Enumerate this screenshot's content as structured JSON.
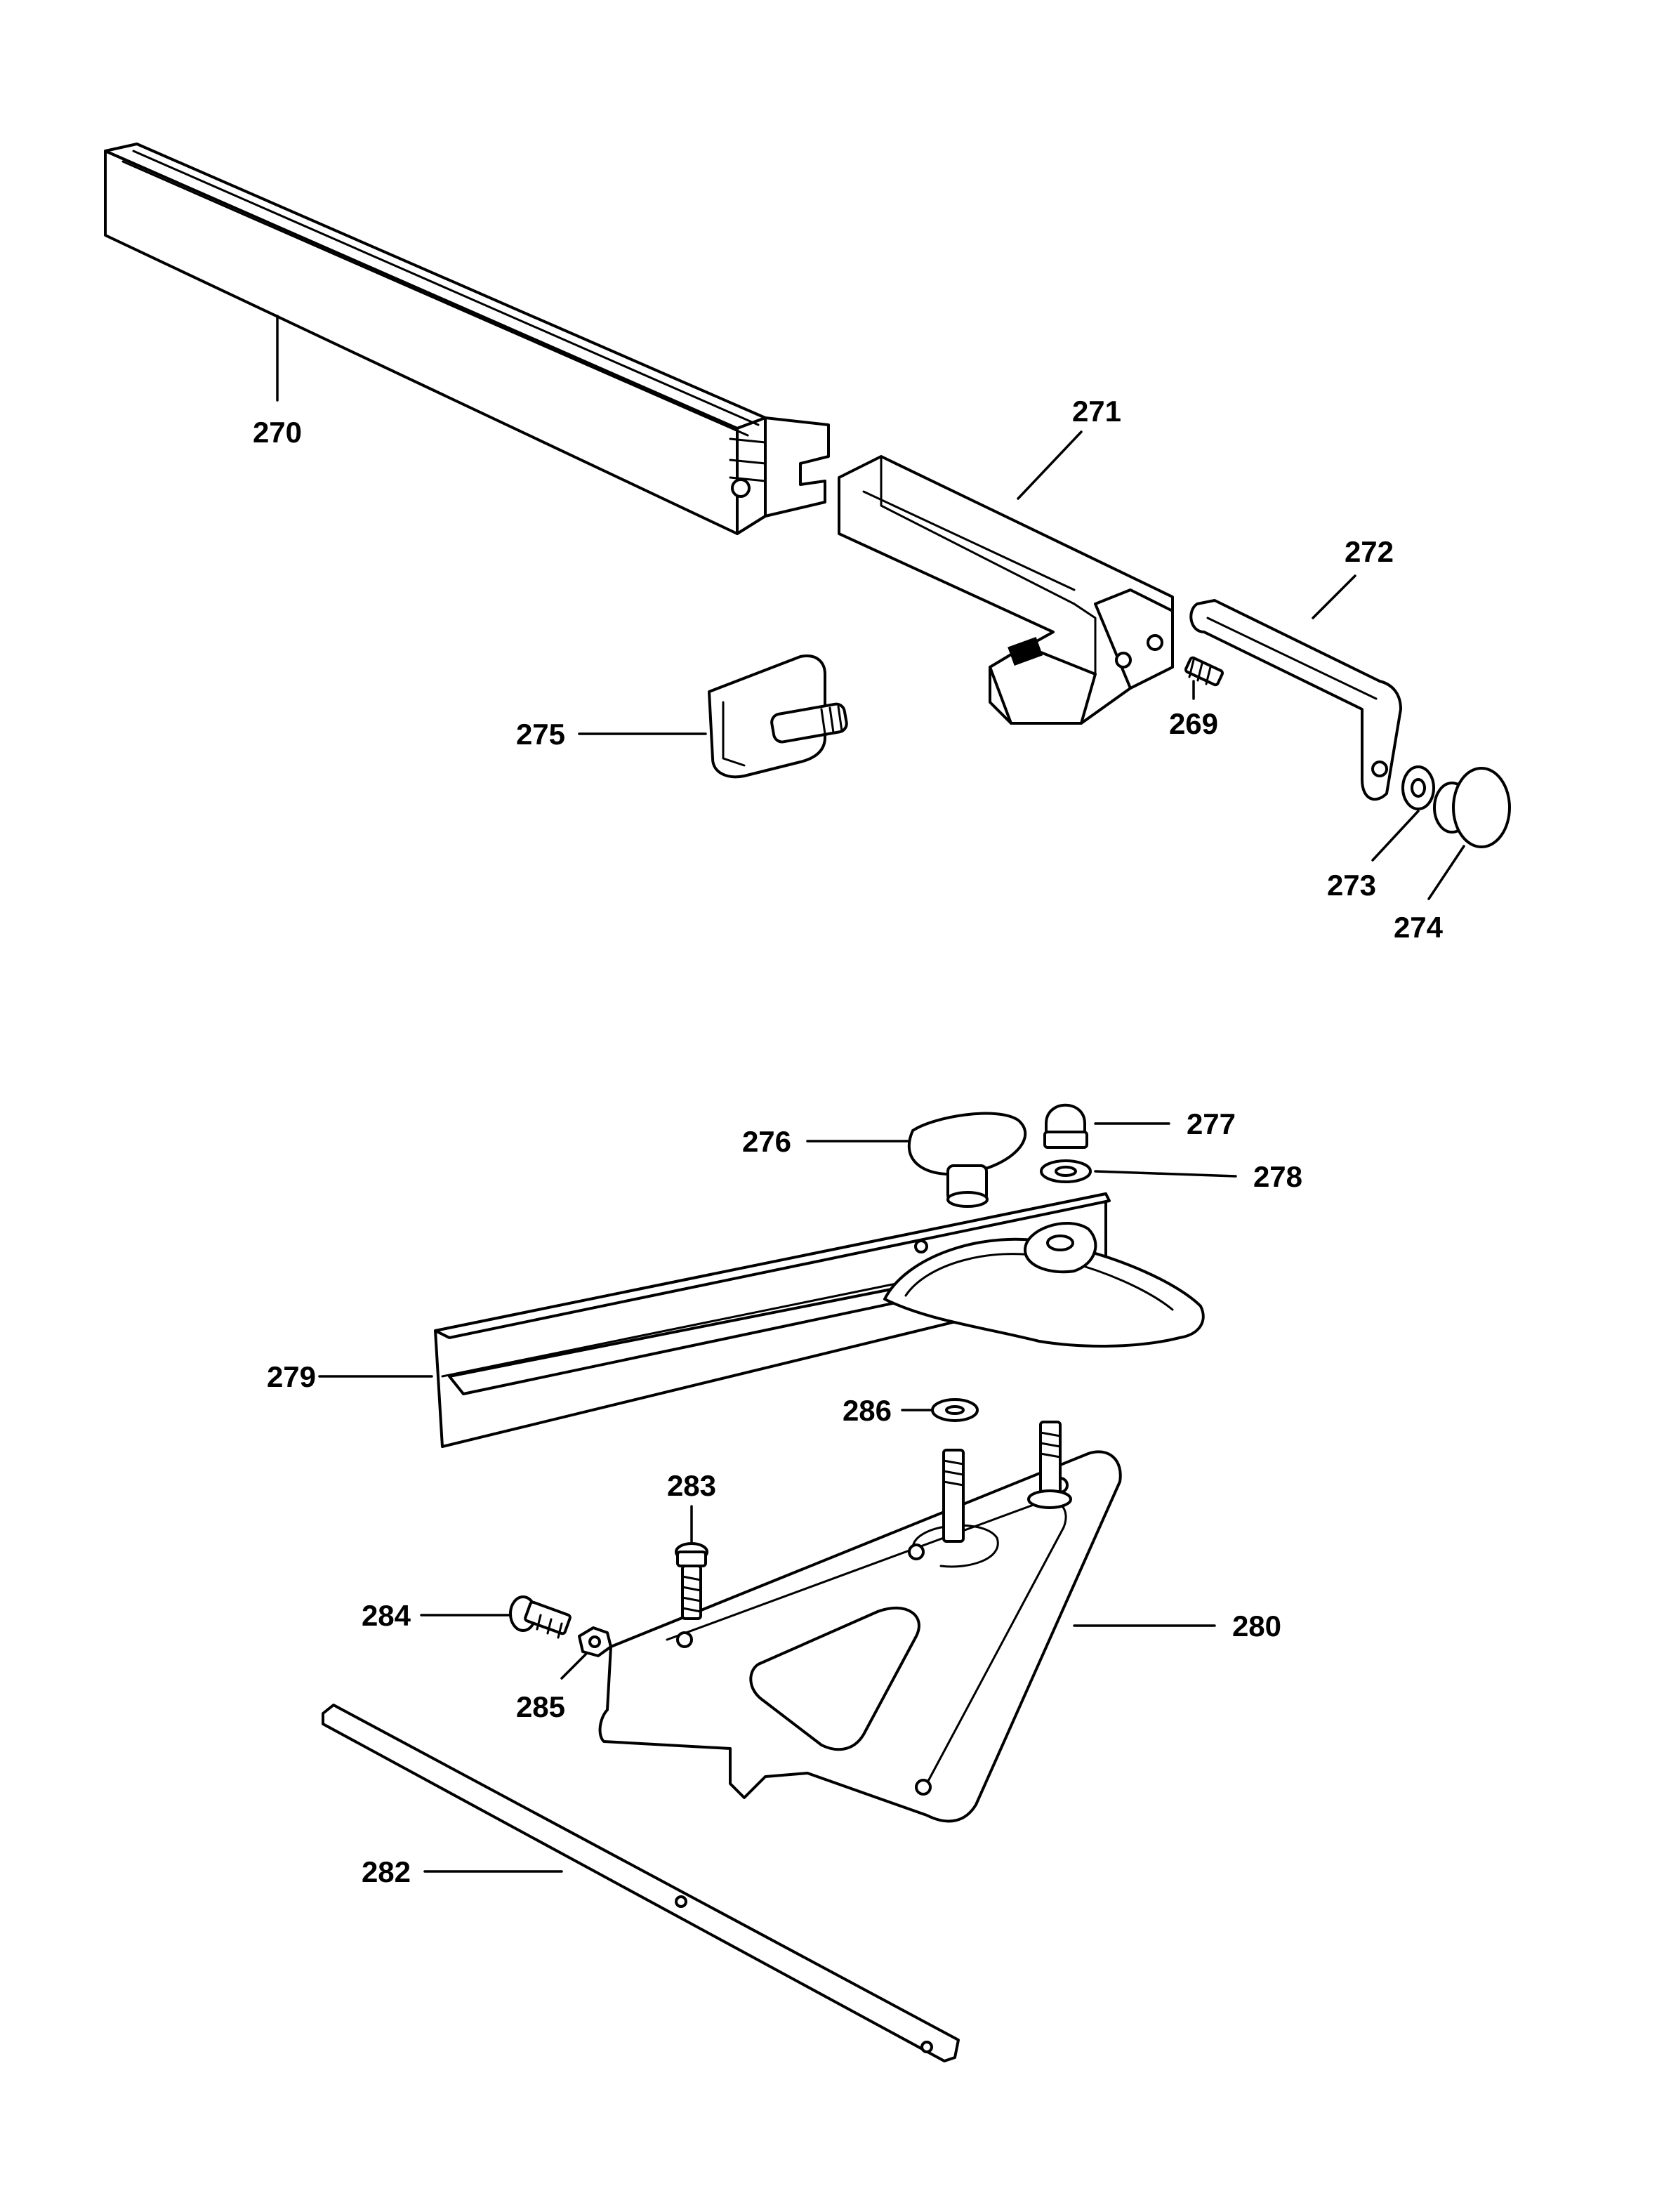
{
  "callouts": {
    "c269": "269",
    "c270": "270",
    "c271": "271",
    "c272": "272",
    "c273": "273",
    "c274": "274",
    "c275": "275",
    "c276": "276",
    "c277": "277",
    "c278": "278",
    "c279": "279",
    "c280": "280",
    "c282": "282",
    "c283": "283",
    "c284": "284",
    "c285": "285",
    "c286": "286"
  }
}
